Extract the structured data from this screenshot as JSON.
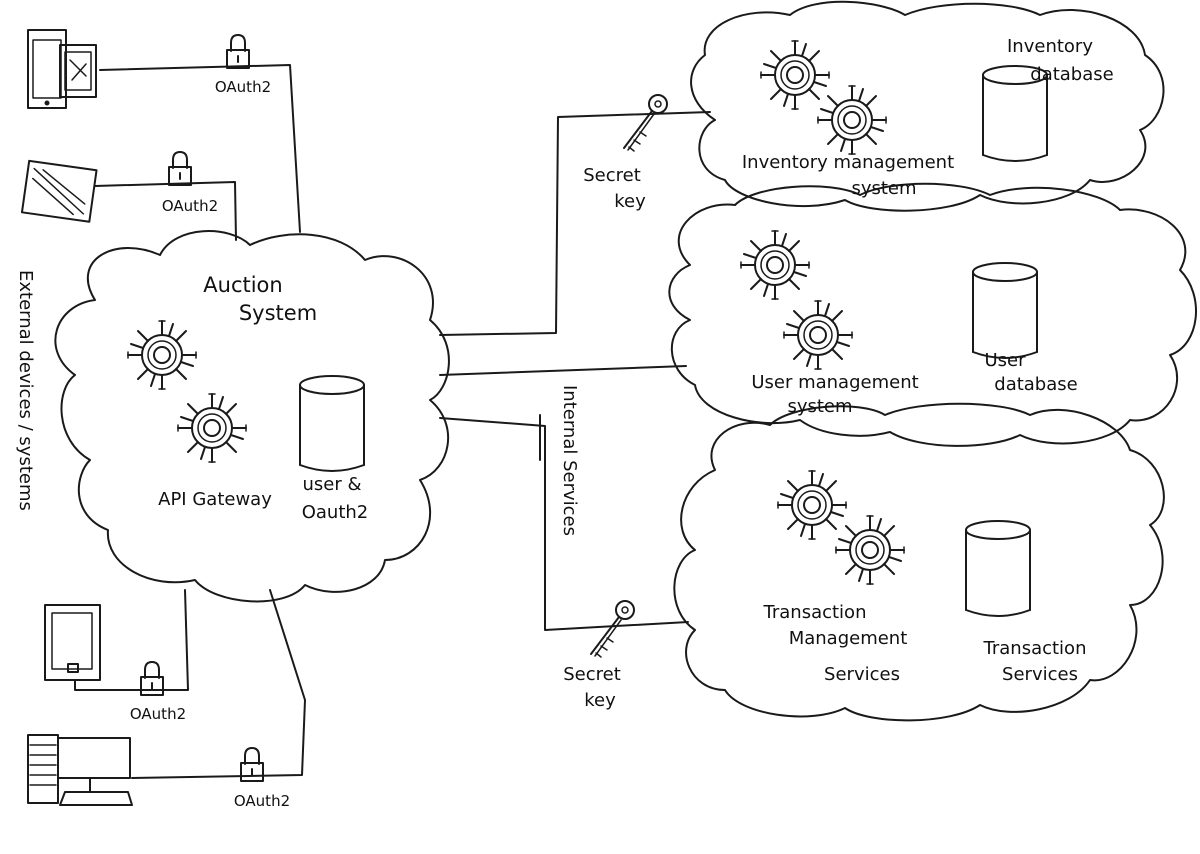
{
  "labels": {
    "auction_system_line1": "Auction",
    "auction_system_line2": "System",
    "api_gateway": "API Gateway",
    "user_oauth_line1": "user &",
    "user_oauth_line2": "Oauth2",
    "external_devices": "External devices / systems",
    "internal_services": "Internal Services",
    "oauth_1": "OAuth2",
    "oauth_2": "OAuth2",
    "oauth_3": "OAuth2",
    "oauth_4": "OAuth2",
    "secret_key_top_line1": "Secret",
    "secret_key_top_line2": "key",
    "secret_key_bottom_line1": "Secret",
    "secret_key_bottom_line2": "key",
    "inventory_system_line1": "Inventory management",
    "inventory_system_line2": "system",
    "inventory_db_line1": "Inventory",
    "inventory_db_line2": "database",
    "user_system_line1": "User management",
    "user_system_line2": "system",
    "user_db_line1": "User",
    "user_db_line2": "database",
    "transaction_mgmt_line1": "Transaction",
    "transaction_mgmt_line2": "Management",
    "transaction_mgmt_line3": "Services",
    "transaction_services_line1": "Transaction",
    "transaction_services_line2": "Services"
  },
  "icons": {
    "gear": "gear-icon",
    "lock": "lock-icon",
    "key": "key-icon",
    "database": "database-icon",
    "phone": "phone-icon",
    "tablet": "tablet-icon",
    "monitor": "monitor-icon",
    "desktop": "desktop-computer-icon"
  },
  "colors": {
    "ink": "#1a1a1a",
    "paper": "#ffffff"
  }
}
